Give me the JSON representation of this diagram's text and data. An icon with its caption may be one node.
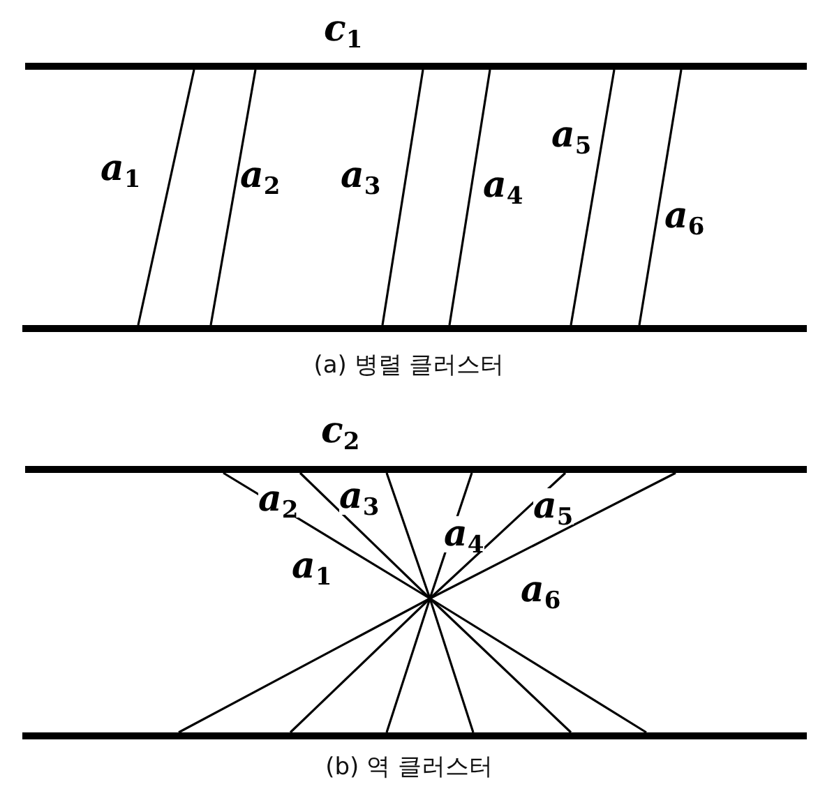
{
  "diagram": {
    "nodes": [
      {
        "text": [
          "c$_{1}$"
        ]
      },
      {
        "text": [],
        "shape": "bar"
      },
      {
        "text": [
          "c$_{2}$"
        ]
      },
      {
        "text": [],
        "shape": "bar"
      }
    ],
    "edges": [
      {
        "from": 0,
        "to": 1,
        "arrow": "none",
        "label": "a$_{1}$"
      },
      {
        "from": 0,
        "to": 1,
        "arrow": "none",
        "label": "a$_{2}$"
      },
      {
        "from": 0,
        "to": 1,
        "arrow": "none",
        "label": "a$_{3}$"
      },
      {
        "from": 0,
        "to": 1,
        "arrow": "none",
        "label": "a$_{4}$"
      },
      {
        "from": 0,
        "to": 1,
        "arrow": "none",
        "label": "a$_{5}$"
      },
      {
        "from": 0,
        "to": 1,
        "arrow": "none",
        "label": "a$_{6}$"
      },
      {
        "from": 2,
        "to": 3,
        "arrow": "none",
        "label": "a$_{1}$"
      },
      {
        "from": 2,
        "to": 3,
        "arrow": "none",
        "label": "a$_{2}$"
      },
      {
        "from": 2,
        "to": 3,
        "arrow": "none",
        "label": "a$_{3}$"
      },
      {
        "from": 2,
        "to": 3,
        "arrow": "none",
        "label": "a$_{4}$"
      },
      {
        "from": 2,
        "to": 3,
        "arrow": "none",
        "label": "a$_{5}$"
      },
      {
        "from": 2,
        "to": 3,
        "arrow": "none",
        "label": "a$_{6}$"
      }
    ],
    "labels": [
      "(a) 병렬 클러스터",
      "(b) 역 클러스터"
    ]
  }
}
